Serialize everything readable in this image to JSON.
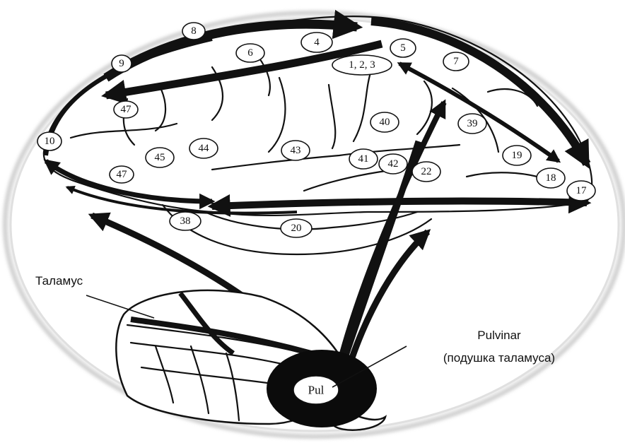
{
  "areas": [
    "8",
    "9",
    "6",
    "4",
    "5",
    "7",
    "1, 2, 3",
    "47",
    "10",
    "45",
    "44",
    "43",
    "40",
    "39",
    "41",
    "42",
    "22",
    "19",
    "18",
    "17",
    "47",
    "38",
    "20"
  ],
  "thalamus_label": "Таламус",
  "pulvinar_label": "Pulvinar",
  "pulvinar_sublabel": "(подушка таламуса)",
  "pul_label": "Pul"
}
